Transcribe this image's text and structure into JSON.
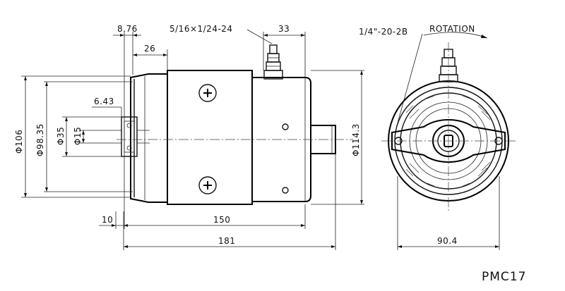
{
  "model": "PMC17",
  "dimensions": {
    "d_8_76": "8.76",
    "thread_terminal": "5/16×1/24-24",
    "d_33": "33",
    "d_26": "26",
    "d_6_43": "6.43",
    "dia_106": "Φ106",
    "dia_98_35": "Φ98.35",
    "dia_35": "Φ35",
    "dia_15": "Φ15",
    "dia_114_3": "Φ114.3",
    "d_10": "10",
    "d_150": "150",
    "d_181": "181",
    "thread_shaft": "1/4\"-20-2B",
    "rotation_label": "ROTATION",
    "d_90_4": "90.4"
  }
}
